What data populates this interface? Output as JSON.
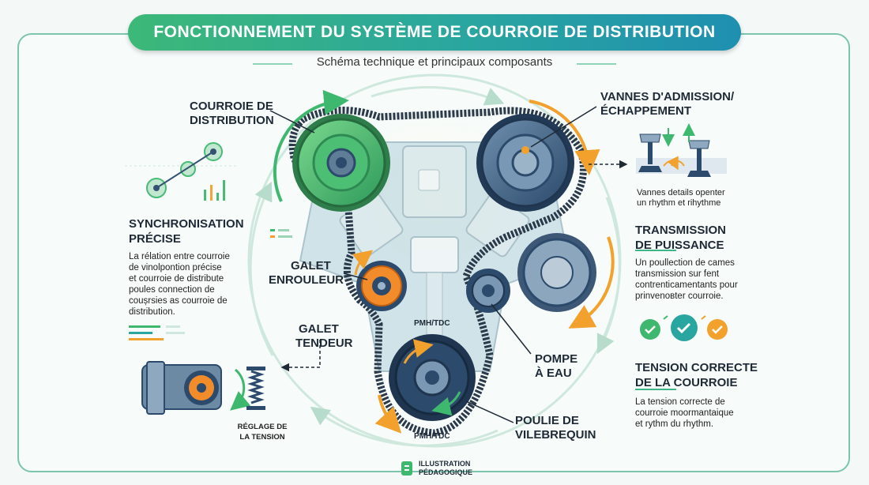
{
  "header": {
    "title": "FONCTIONNEMENT DU SYSTÈME DE COURROIE DE DISTRIBUTION",
    "subtitle": "Schéma technique et principaux composants"
  },
  "labels": {
    "courroie": [
      "COURROIE DE",
      "DISTRIBUTION"
    ],
    "vannes": [
      "VANNES D'ADMISSION/",
      "ÉCHAPPEMENT"
    ],
    "galet_enrouleur": [
      "GALET",
      "ENROULEUR"
    ],
    "galet_tendeur": [
      "GALET",
      "TENDEUR"
    ],
    "pompe": [
      "POMPE",
      "À EAU"
    ],
    "poulie": [
      "POULIE DE",
      "VILEBREQUIN"
    ],
    "pmh_top": "PMH/TDC",
    "pmh_bottom": "PMH/TDC",
    "reglage": [
      "RÉGLAGE DE",
      "LA TENSION"
    ]
  },
  "left_panel": {
    "heading": [
      "SYNCHRONISATION",
      "PRÉCISE"
    ],
    "text": [
      "La rélation entre courroie",
      "de vinolpontion précise",
      "et courroie de distribute",
      "poules connection de",
      "coușrsies as courroie de",
      "distribution."
    ]
  },
  "right_panel": {
    "valves_caption": [
      "Vannes details openter",
      "un rhythm et rihythme"
    ],
    "transmission_heading": [
      "TRANSMISSION",
      "DE PUISSANCE"
    ],
    "transmission_text": [
      "Un poullection de cames",
      "transmission sur fent",
      "contrenticamentants pour",
      "prinvenовter courroie."
    ],
    "tension_heading": [
      "TENSION CORRECTE",
      "DE LA COURROIE"
    ],
    "tension_text": [
      "La tension correcte de",
      "courroie moormantaique",
      "et rythm du rhythm."
    ]
  },
  "footer": {
    "badge": [
      "ILLUSTRATION",
      "PÉDAGOGIQUE"
    ]
  },
  "colors": {
    "green": "#3fb86f",
    "teal": "#2aa6a0",
    "blue_dark": "#2c4a6b",
    "orange": "#f2a12c",
    "belt": "#2b3a4a"
  }
}
